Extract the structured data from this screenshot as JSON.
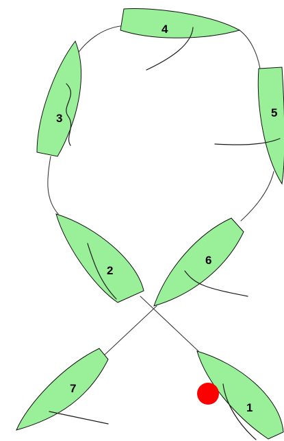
{
  "diagram": {
    "leaf_color": "#99f099",
    "outline_color": "#111111",
    "marker_color": "#ff0000",
    "leaves": [
      {
        "id": "leaf-1",
        "label": "1"
      },
      {
        "id": "leaf-2",
        "label": "2"
      },
      {
        "id": "leaf-3",
        "label": "3"
      },
      {
        "id": "leaf-4",
        "label": "4"
      },
      {
        "id": "leaf-5",
        "label": "5"
      },
      {
        "id": "leaf-6",
        "label": "6"
      },
      {
        "id": "leaf-7",
        "label": "7"
      }
    ]
  }
}
